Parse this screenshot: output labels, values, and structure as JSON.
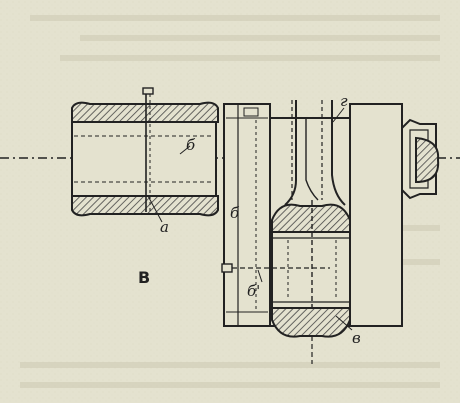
{
  "labels": {
    "figure": "В",
    "a": "а",
    "b_top": "б",
    "b_left": "б",
    "b_bottom": "б'",
    "v": "в",
    "g": "г"
  },
  "colors": {
    "paper": "#e4e2cf",
    "ink": "#222222",
    "hatch": "#555555"
  }
}
